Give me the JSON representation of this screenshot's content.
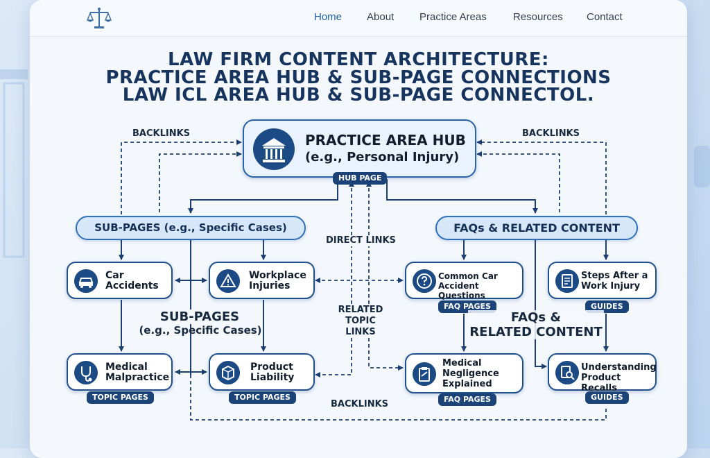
{
  "nav": {
    "items": [
      "Home",
      "About",
      "Practice Areas",
      "Resources",
      "Contact"
    ],
    "active": "Home"
  },
  "title": {
    "line1": "LAW FIRM CONTENT ARCHITECTURE:",
    "line2": "PRACTICE AREA HUB & SUB-PAGE CONNECTIONS",
    "line3": "LAW ICL AREA HUB & SUB-PAGE CONNECTOL."
  },
  "hub": {
    "title": "PRACTICE AREA HUB",
    "subtitle": "(e.g., Personal Injury)",
    "tag": "HUB PAGE",
    "icon": "courthouse-icon"
  },
  "sections": {
    "subpages": "SUB-PAGES (e.g., Specific Cases)",
    "faqs": "FAQs & RELATED CONTENT"
  },
  "nodes": {
    "car": {
      "label": "Car\nAccidents",
      "icon": "car-icon"
    },
    "workplace": {
      "label": "Workplace\nInjuries",
      "icon": "hazard-icon"
    },
    "medical": {
      "label": "Medical\nMalpractice",
      "icon": "stethoscope-icon"
    },
    "product": {
      "label": "Product\nLiability",
      "icon": "package-icon"
    },
    "faq_car": {
      "label": "Common Car\nAccident Questions",
      "icon": "question-icon"
    },
    "steps": {
      "label": "Steps After a\nWork Injury",
      "icon": "document-icon"
    },
    "negligence": {
      "label": "Medical\nNegligence\nExplained",
      "icon": "clipboard-icon"
    },
    "recalls": {
      "label": "Understanding\nProduct Recalls",
      "icon": "magnifier-doc-icon"
    }
  },
  "tags": {
    "topic1": "TOPIC PAGES",
    "topic2": "TOPIC PAGES",
    "faq1": "FAQ PAGES",
    "faq2": "FAQ PAGES",
    "guides1": "GUIDES",
    "guides2": "GUIDES"
  },
  "labels": {
    "backlinks_left": "BACKLINKS",
    "backlinks_right": "BACKLINKS",
    "backlinks_bottom": "BACKLINKS",
    "direct_links": "DIRECT LINKS",
    "related_topic_links": "RELATED\nTOPIC LINKS",
    "subpages_big": "SUB-PAGES",
    "subpages_big_sub": "(e.g., Specific Cases)",
    "faqs_big": "FAQs &\nRELATED CONTENT"
  },
  "colors": {
    "navy": "#1c4a85",
    "accent_active": "#1e5fa8",
    "pill_fill": "#d6e7fa"
  }
}
